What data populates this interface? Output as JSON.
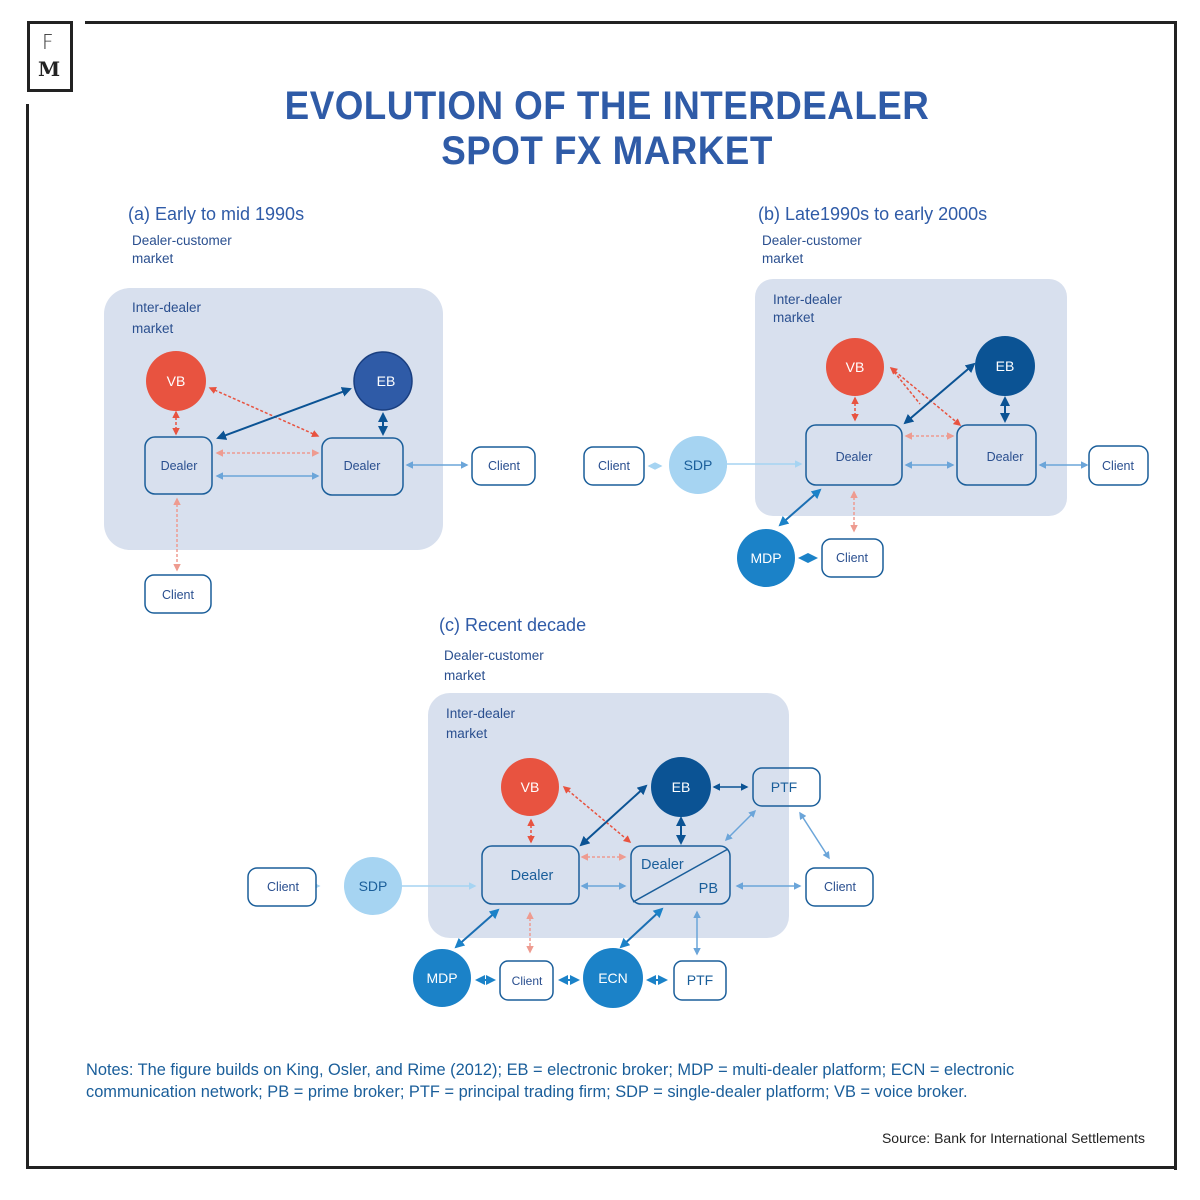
{
  "logo": {
    "top": "F",
    "bottom": "M"
  },
  "title": {
    "line1": "EVOLUTION OF THE INTERDEALER",
    "line2": "SPOT FX MARKET"
  },
  "colors": {
    "title": "#2f5ba7",
    "panel_bg": "#d8e0ee",
    "vb": "#e85340",
    "eb_a": "#2f5ba7",
    "eb": "#0b5394",
    "mdp": "#1b82c8",
    "ecn": "#1b82c8",
    "sdp": "#a6d4f2",
    "box_stroke": "#1a5e9a",
    "label_text": "#2a4f8f",
    "arrow_dark": "#0b5394",
    "arrow_light": "#6ba5d9",
    "arrow_red": "#e85340",
    "arrow_pink": "#ee9b90"
  },
  "panels": {
    "a": {
      "heading": "(a) Early to mid 1990s",
      "outer_label_1": "Dealer-customer",
      "outer_label_2": "market",
      "inner_label_1": "Inter-dealer",
      "inner_label_2": "market",
      "nodes": {
        "vb": "VB",
        "eb": "EB",
        "dealer_left": "Dealer",
        "dealer_right": "Dealer",
        "client_right": "Client",
        "client_bottom": "Client"
      }
    },
    "b": {
      "heading": "(b) Late1990s to early 2000s",
      "outer_label_1": "Dealer-customer",
      "outer_label_2": "market",
      "inner_label_1": "Inter-dealer",
      "inner_label_2": "market",
      "nodes": {
        "vb": "VB",
        "eb": "EB",
        "dealer_left": "Dealer",
        "dealer_right": "Dealer",
        "sdp": "SDP",
        "client_left": "Client",
        "client_right": "Client",
        "mdp": "MDP",
        "client_bottom": "Client"
      }
    },
    "c": {
      "heading": "(c) Recent decade",
      "outer_label_1": "Dealer-customer",
      "outer_label_2": "market",
      "inner_label_1": "Inter-dealer",
      "inner_label_2": "market",
      "nodes": {
        "vb": "VB",
        "eb": "EB",
        "ptf_top": "PTF",
        "dealer": "Dealer",
        "dealer_pb_dealer": "Dealer",
        "dealer_pb_pb": "PB",
        "sdp": "SDP",
        "client_left": "Client",
        "client_right": "Client",
        "mdp": "MDP",
        "client_bottom": "Client",
        "ecn": "ECN",
        "ptf_bottom": "PTF"
      }
    }
  },
  "notes": "Notes: The figure builds on King, Osler, and Rime (2012); EB = electronic broker; MDP = multi-dealer platform; ECN = electronic communication network; PB = prime broker; PTF = principal trading firm; SDP = single-dealer platform; VB = voice broker.",
  "source": "Source: Bank for International Settlements"
}
